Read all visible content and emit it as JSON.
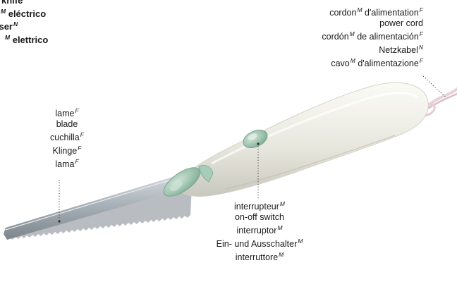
{
  "title_terms": [
    {
      "word": "knife",
      "gender": ""
    },
    {
      "word": "eléctrico",
      "gender": "M"
    },
    {
      "word": "esser",
      "gender": "N"
    },
    {
      "word": "elettrico",
      "gender": "M"
    }
  ],
  "labels": {
    "blade": {
      "lines": [
        {
          "text": "lame",
          "gender": "F"
        },
        {
          "text": "blade",
          "gender": ""
        },
        {
          "text": "cuchilla",
          "gender": "F"
        },
        {
          "text": "Klinge",
          "gender": "F"
        },
        {
          "text": "lama",
          "gender": "F"
        }
      ]
    },
    "power_cord": {
      "lines": [
        {
          "pre": "cordon",
          "pre_gender": "M",
          "text": "d'alimentation",
          "gender": "F"
        },
        {
          "pre": "",
          "pre_gender": "",
          "text": "power cord",
          "gender": ""
        },
        {
          "pre": "cordón",
          "pre_gender": "M",
          "text": "de alimentación",
          "gender": "F"
        },
        {
          "pre": "",
          "pre_gender": "",
          "text": "Netzkabel",
          "gender": "N"
        },
        {
          "pre": "cavo",
          "pre_gender": "M",
          "text": "d'alimentazione",
          "gender": "F"
        }
      ]
    },
    "switch": {
      "lines": [
        {
          "text": "interrupteur",
          "gender": "M"
        },
        {
          "text": "on-off switch",
          "gender": ""
        },
        {
          "text": "interruptor",
          "gender": "M"
        },
        {
          "text": "Ein- und Ausschalter",
          "gender": "M"
        },
        {
          "text": "interruttore",
          "gender": "M"
        }
      ]
    }
  },
  "colors": {
    "handle": "#ecebe3",
    "accent_green": "#9fc6b0",
    "blade_steel": "#aab2b9",
    "cord": "#ecd9df",
    "leader": "#333333"
  }
}
